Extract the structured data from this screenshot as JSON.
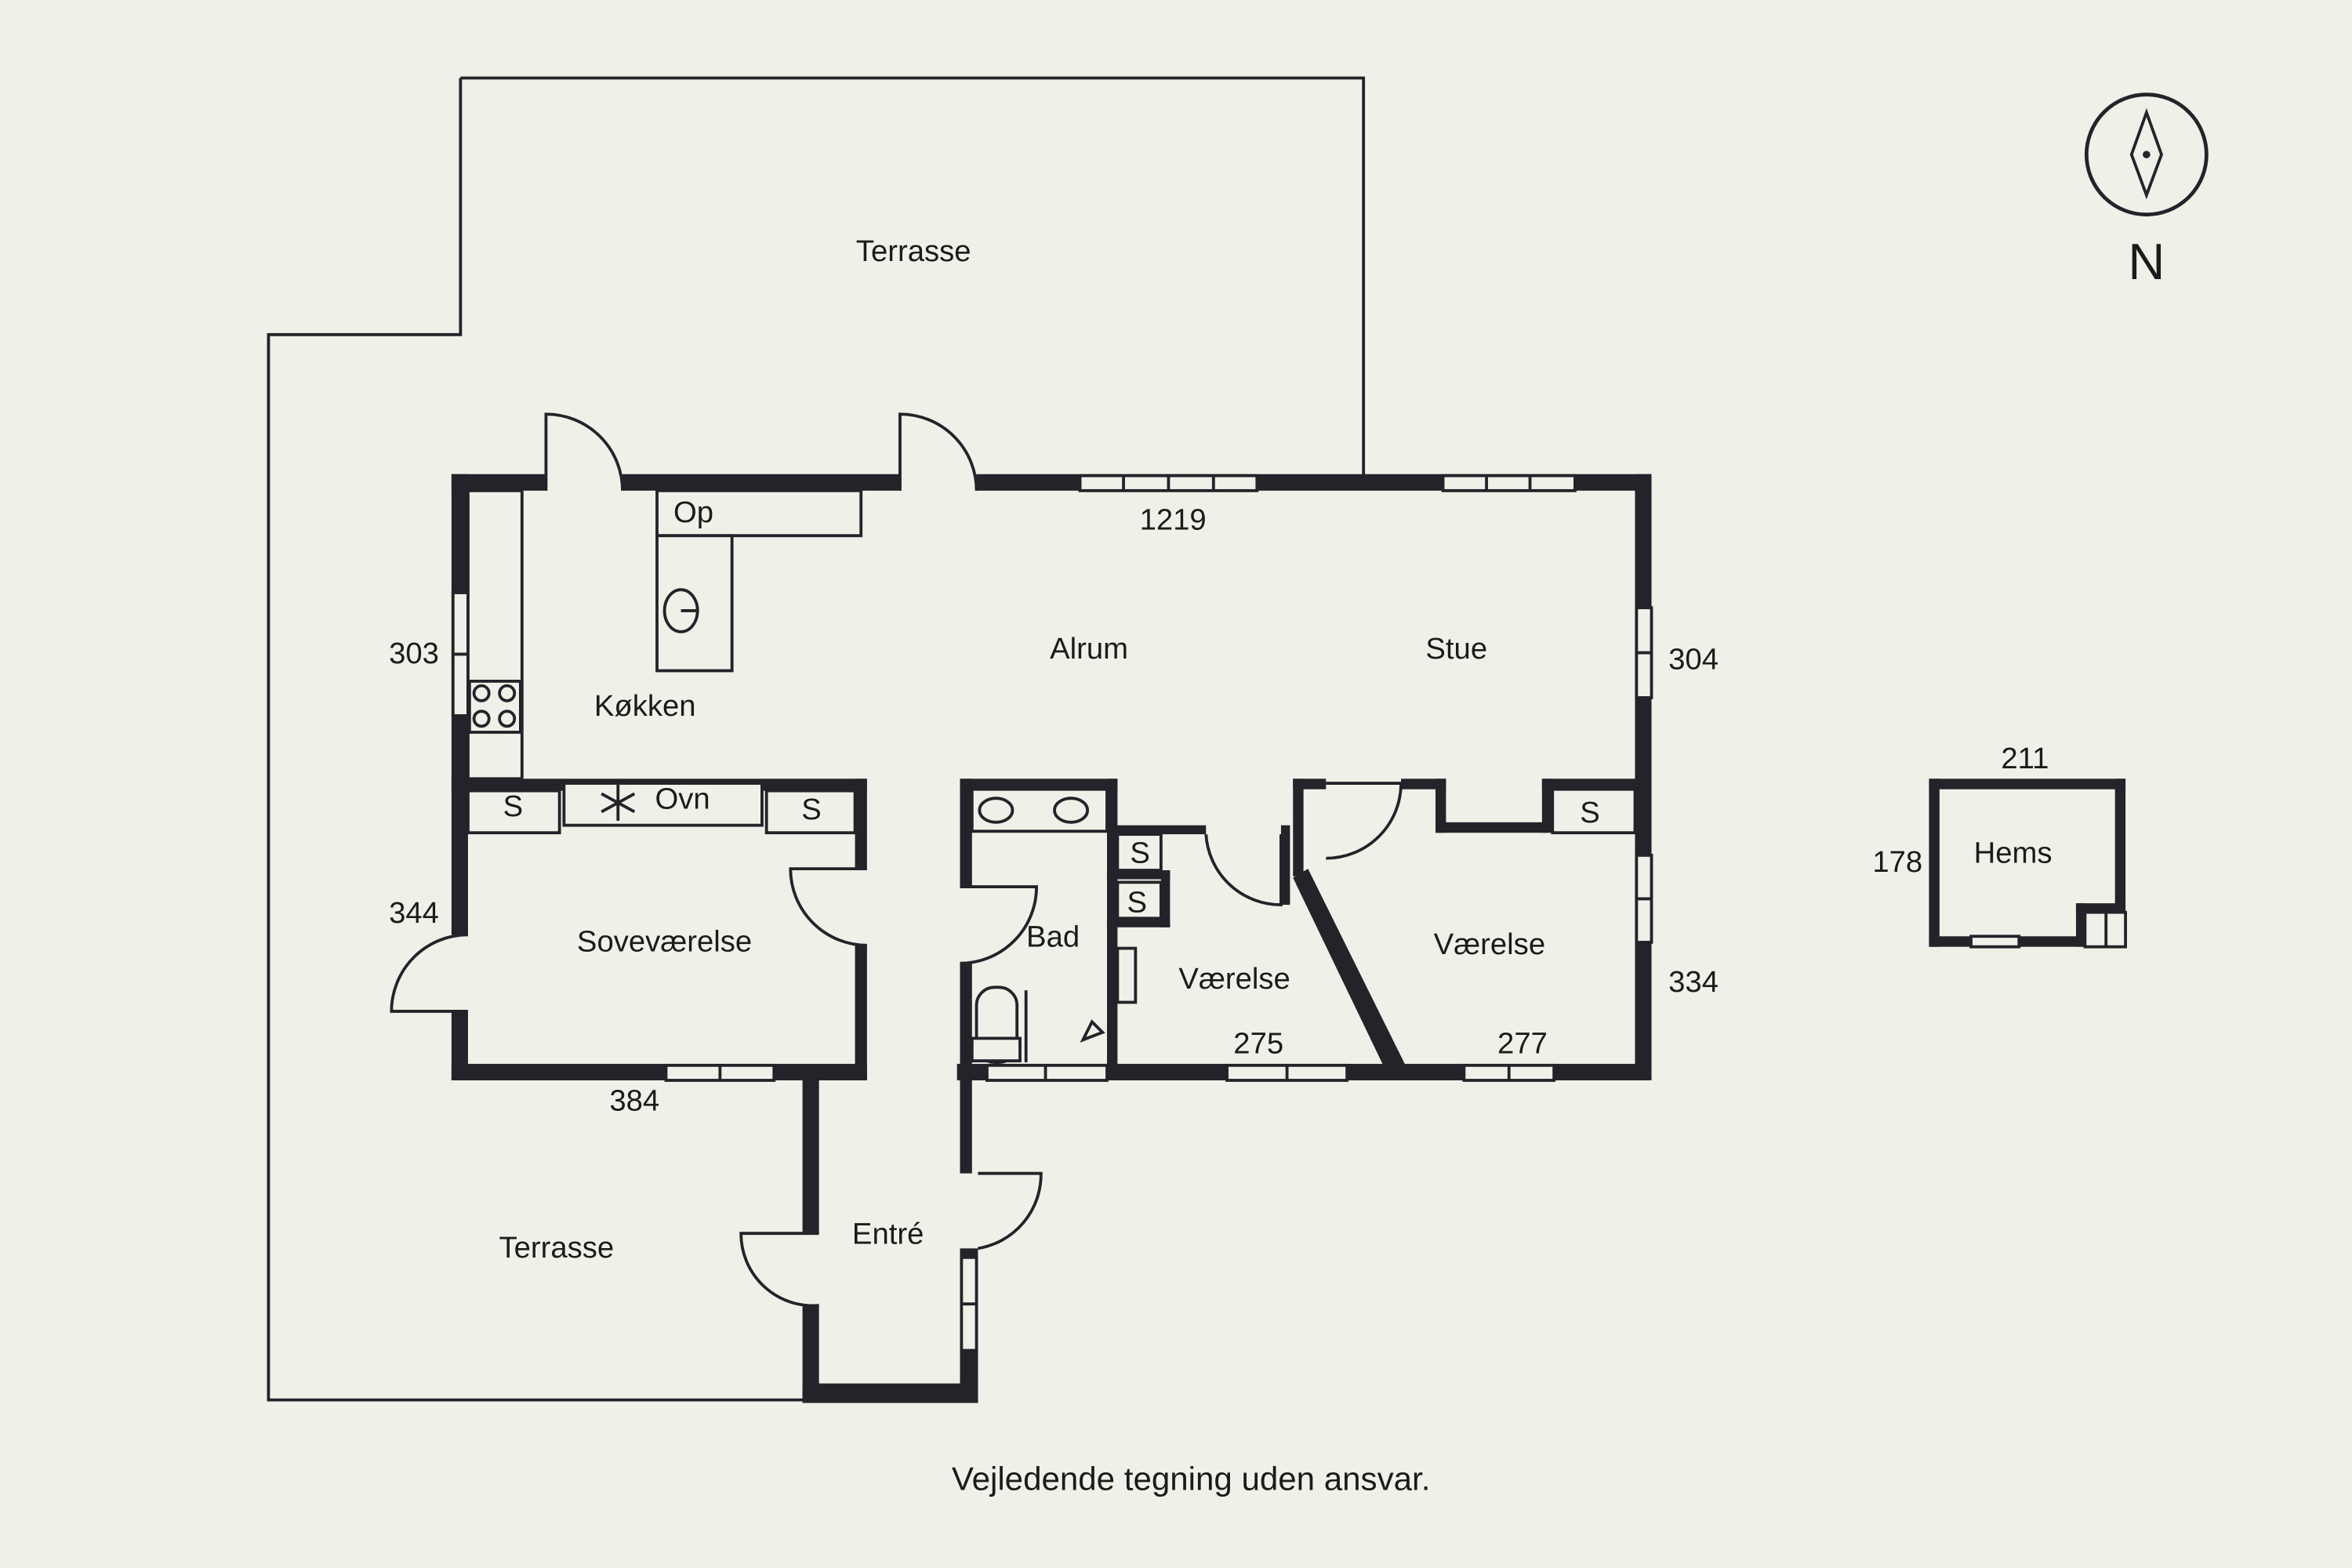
{
  "rooms": {
    "terrasse_north": "Terrasse",
    "terrasse_south": "Terrasse",
    "kokken": "Køkken",
    "alrum": "Alrum",
    "stue": "Stue",
    "sovevaerelse": "Soveværelse",
    "bad": "Bad",
    "vaerelse_1": "Værelse",
    "vaerelse_2": "Værelse",
    "entre": "Entré",
    "hems": "Hems"
  },
  "fixtures": {
    "op": "Op",
    "ovn": "Ovn",
    "storage": "S"
  },
  "dimensions": {
    "north_wall": "1219",
    "west_kitchen": "303",
    "east_stue": "304",
    "west_bedroom": "344",
    "south_bedroom": "384",
    "south_vaerelse_1": "275",
    "south_vaerelse_2": "277",
    "east_vaerelse": "334",
    "hems_width": "211",
    "hems_depth": "178"
  },
  "compass": {
    "label": "N"
  },
  "disclaimer": "Vejledende tegning uden ansvar.",
  "colors": {
    "background": "#f1f0e8",
    "walls": "#24232a"
  }
}
